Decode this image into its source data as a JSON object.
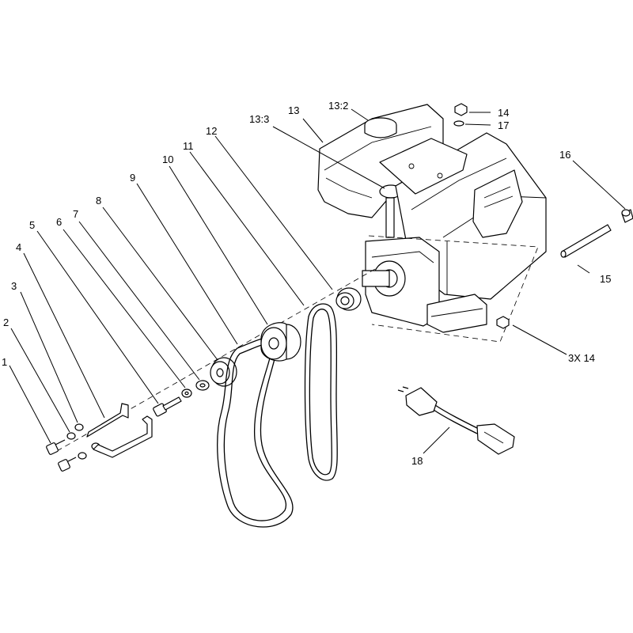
{
  "callouts": {
    "c1": "1",
    "c2": "2",
    "c3": "3",
    "c4": "4",
    "c5": "5",
    "c6": "6",
    "c7": "7",
    "c8": "8",
    "c9": "9",
    "c10": "10",
    "c11": "11",
    "c12": "12",
    "c13": "13",
    "c13_2": "13:2",
    "c13_3": "13:3",
    "c14": "14",
    "c15": "15",
    "c16": "16",
    "c17": "17",
    "c18": "18",
    "c3x14": "3X 14"
  }
}
